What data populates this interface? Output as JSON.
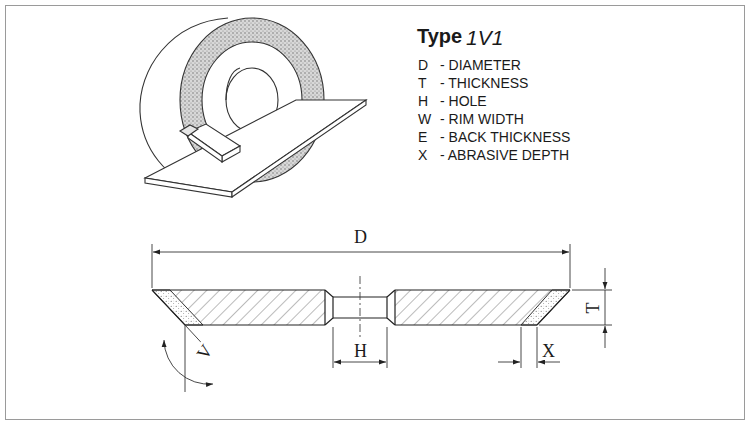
{
  "diagram": {
    "labels": [
      "Type",
      "1V1",
      "D",
      "- DIAMETER",
      "T",
      "- THICKNESS",
      "H",
      "- HOLE",
      "W",
      "- RIM WIDTH",
      "E",
      "- BACK THICKNESS",
      "X",
      "- ABRASIVE DEPTH",
      "D",
      "T",
      "H",
      "X",
      "V"
    ]
  }
}
